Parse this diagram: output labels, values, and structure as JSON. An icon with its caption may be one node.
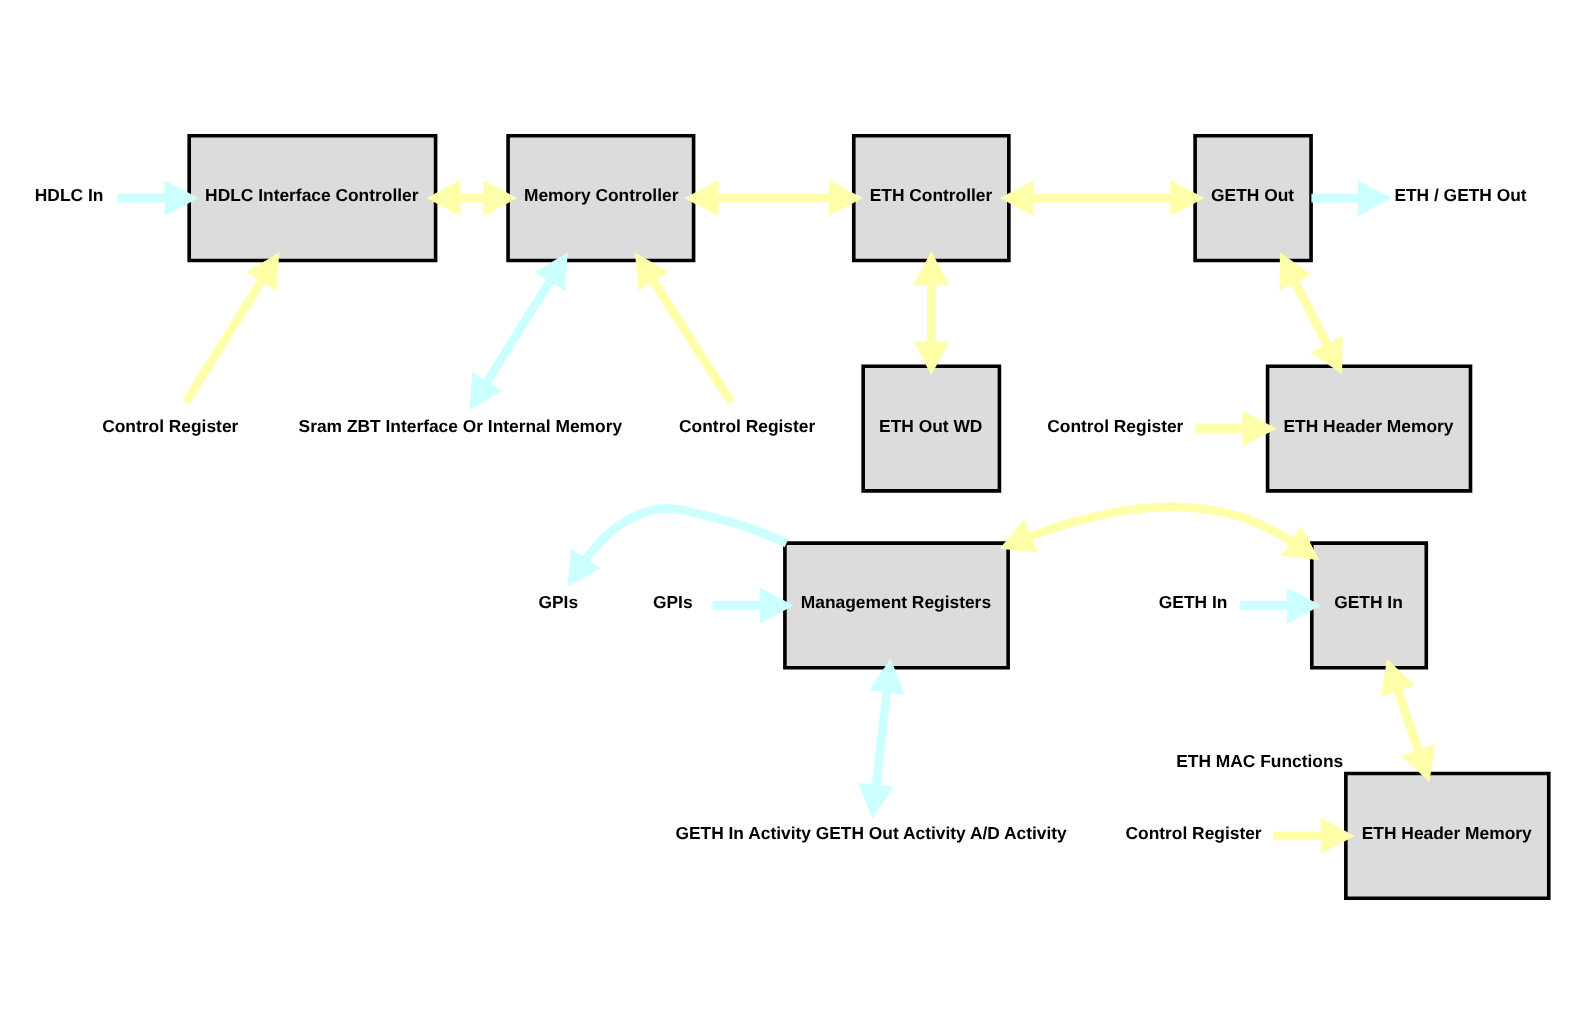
{
  "diagram": {
    "nodes": [
      {
        "text": [
          "HDLC In"
        ]
      },
      {
        "text": [
          "HDLC Interface Controller"
        ]
      },
      {
        "text": [
          "Memory Controller"
        ]
      },
      {
        "text": [
          "ETH Controller"
        ]
      },
      {
        "text": [
          "GETH Out"
        ]
      },
      {
        "text": [
          "ETH / GETH Out"
        ]
      },
      {
        "text": [
          "Control Register"
        ]
      },
      {
        "text": [
          "Sram ZBT Interface Or Internal Memory"
        ]
      },
      {
        "text": [
          "Control Register"
        ]
      },
      {
        "text": [
          "ETH Out WD"
        ]
      },
      {
        "text": [
          "ETH Header Memory"
        ]
      },
      {
        "text": [
          "Control Register"
        ]
      },
      {
        "text": [
          "GPIs"
        ]
      },
      {
        "text": [
          "Management Registers"
        ]
      },
      {
        "text": [
          "GETH In"
        ]
      },
      {
        "text": [
          "GETH In"
        ]
      },
      {
        "text": [
          "GPIs"
        ]
      },
      {
        "text": [
          "GETH In Activity GETH Out Activity A/D Activity"
        ]
      },
      {
        "text": [
          "ETH Header Memory"
        ],
        "beside": [
          "ETH MAC Functions"
        ]
      },
      {
        "text": [
          "Control Register"
        ]
      }
    ],
    "edges": [
      {
        "from": 0,
        "to": 1,
        "arrow": "to",
        "color": "#ccffff"
      },
      {
        "from": 1,
        "to": 2,
        "arrow": "both"
      },
      {
        "from": 2,
        "to": 3,
        "arrow": "both"
      },
      {
        "from": 3,
        "to": 4,
        "arrow": "both"
      },
      {
        "from": 4,
        "to": 5,
        "arrow": "to",
        "color": "#ccffff"
      },
      {
        "from": 6,
        "to": 1,
        "arrow": "to"
      },
      {
        "from": 2,
        "to": 7,
        "arrow": "both",
        "color": "#ccffff"
      },
      {
        "from": 8,
        "to": 2,
        "arrow": "to"
      },
      {
        "from": 3,
        "to": 9,
        "arrow": "both"
      },
      {
        "from": 4,
        "to": 10,
        "arrow": "both"
      },
      {
        "from": 11,
        "to": 10,
        "arrow": "to"
      },
      {
        "from": 12,
        "to": 13,
        "arrow": "to",
        "color": "#ccffff"
      },
      {
        "from": 13,
        "to": 16,
        "arrow": "to",
        "color": "#ccffff"
      },
      {
        "from": 13,
        "to": 14,
        "arrow": "both"
      },
      {
        "from": 15,
        "to": 14,
        "arrow": "to",
        "color": "#ccffff"
      },
      {
        "from": 13,
        "to": 17,
        "arrow": "both",
        "color": "#ccffff"
      },
      {
        "from": 14,
        "to": 18,
        "arrow": "both"
      },
      {
        "from": 19,
        "to": 18,
        "arrow": "to"
      }
    ]
  }
}
